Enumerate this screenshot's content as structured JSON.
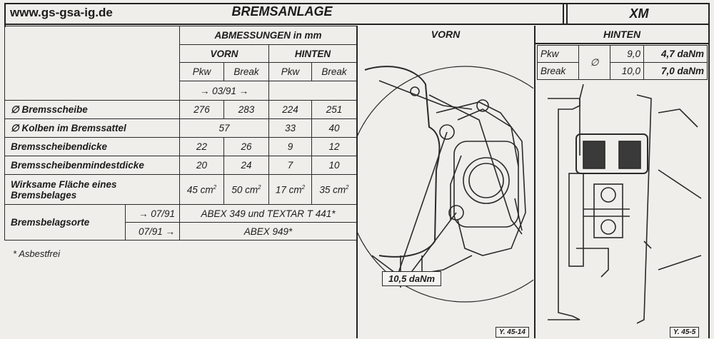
{
  "header": {
    "website": "www.gs-gsa-ig.de",
    "title": "BREMSANLAGE",
    "model": "XM"
  },
  "table": {
    "group_header": "ABMESSUNGEN in mm",
    "front": "VORN",
    "rear": "HINTEN",
    "pkw": "Pkw",
    "break": "Break",
    "period": "→ 03/91 →",
    "rows": [
      {
        "label": "∅ Bremsscheibe",
        "front_pkw": "276",
        "front_break": "283",
        "rear_pkw": "224",
        "rear_break": "251"
      },
      {
        "label": "∅ Kolben im Bremssattel",
        "front": "57",
        "rear_pkw": "33",
        "rear_break": "40"
      },
      {
        "label": "Bremsscheibendicke",
        "front_pkw": "22",
        "front_break": "26",
        "rear_pkw": "9",
        "rear_break": "12"
      },
      {
        "label": "Bremsscheibenmindestdicke",
        "front_pkw": "20",
        "front_break": "24",
        "rear_pkw": "7",
        "rear_break": "10"
      }
    ],
    "area_label_1": "Wirksame Fläche eines",
    "area_label_2": "Bremsbelages",
    "area_values": [
      "45 cm",
      "50 cm",
      "17 cm",
      "35 cm"
    ],
    "area_unit_sup": "2",
    "pad_label": "Bremsbelagsorte",
    "pad_period_1": "→ 07/91",
    "pad_value_1": "ABEX 349 und TEXTAR T 441*",
    "pad_period_2": "07/91 →",
    "pad_value_2": "ABEX 949*"
  },
  "footnote": "* Asbestfrei",
  "front_diagram": {
    "title": "VORN",
    "torque": "10,5 daNm",
    "ref": "Y. 45-14"
  },
  "rear": {
    "title": "HINTEN",
    "diameter_symbol": "∅",
    "rows": [
      {
        "type": "Pkw",
        "value": "9,0",
        "torque": "4,7 daNm"
      },
      {
        "type": "Break",
        "value": "10,0",
        "torque": "7,0 daNm"
      }
    ],
    "ref": "Y. 45-5"
  }
}
